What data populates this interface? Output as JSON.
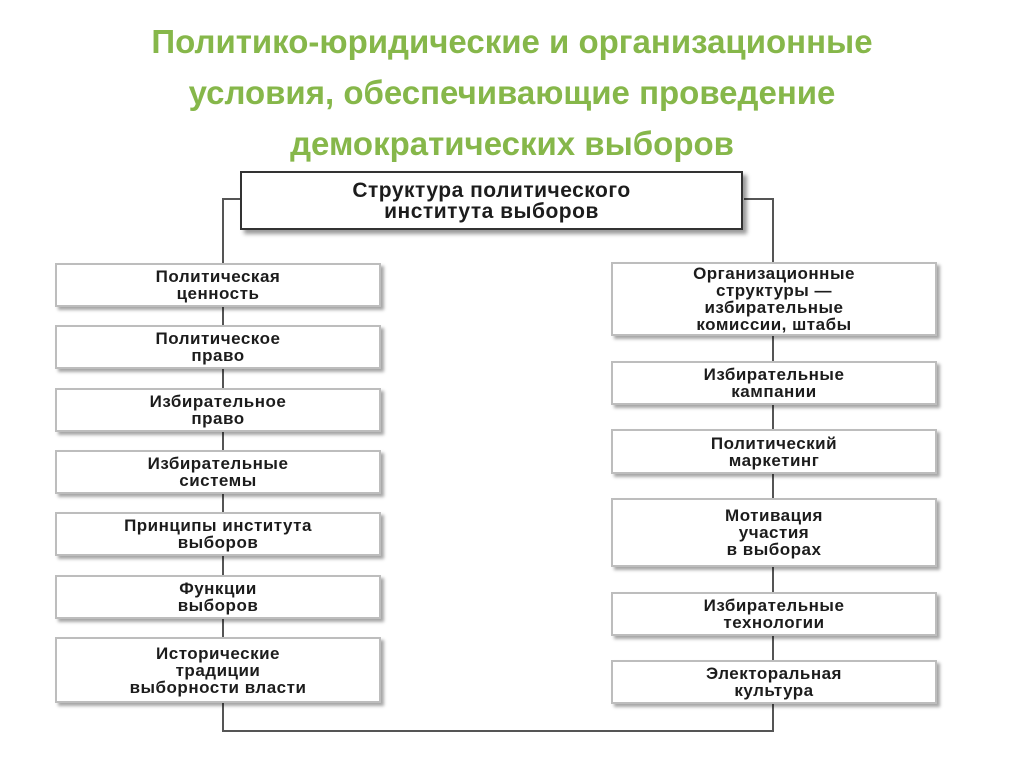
{
  "title": {
    "lines": [
      "Политико-юридические и организационные",
      "условия, обеспечивающие проведение",
      "демократических выборов"
    ]
  },
  "diagram": {
    "root": {
      "lines": [
        "Структура политического",
        "института выборов"
      ]
    },
    "left": [
      {
        "lines": [
          "Политическая",
          "ценность"
        ]
      },
      {
        "lines": [
          "Политическое",
          "право"
        ]
      },
      {
        "lines": [
          "Избирательное",
          "право"
        ]
      },
      {
        "lines": [
          "Избирательные",
          "системы"
        ]
      },
      {
        "lines": [
          "Принципы института",
          "выборов"
        ]
      },
      {
        "lines": [
          "Функции",
          "выборов"
        ]
      },
      {
        "lines": [
          "Исторические",
          "традиции",
          "выборности власти"
        ]
      }
    ],
    "right": [
      {
        "lines": [
          "Организационные",
          "структуры —",
          "избирательные",
          "комиссии, штабы"
        ]
      },
      {
        "lines": [
          "Избирательные",
          "кампании"
        ]
      },
      {
        "lines": [
          "Политический",
          "маркетинг"
        ]
      },
      {
        "lines": [
          "Мотивация",
          "участия",
          "в выборах"
        ]
      },
      {
        "lines": [
          "Избирательные",
          "технологии"
        ]
      },
      {
        "lines": [
          "Электоральная",
          "культура"
        ]
      }
    ]
  }
}
